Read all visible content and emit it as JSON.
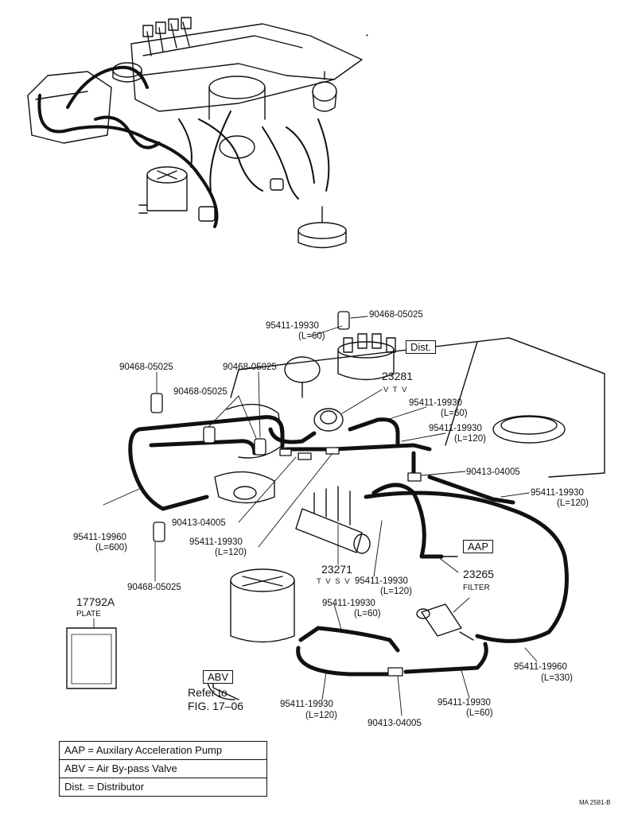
{
  "parts": {
    "hose_top": {
      "number": "95411-19930",
      "length": "(L=60)"
    },
    "clip_top": "90468-05025",
    "clip_left": "90468-05025",
    "clip_mid": "90468-05025",
    "clip_center": "90468-05025",
    "vtv": {
      "number": "23281",
      "name": "V T V"
    },
    "hose_vtv_right": {
      "number": "95411-19930",
      "length": "(L=60)"
    },
    "hose_right_upper": {
      "number": "95411-19930",
      "length": "(L=120)"
    },
    "tee_right": "90413-04005",
    "hose_right_lower": {
      "number": "95411-19930",
      "length": "(L=120)"
    },
    "tee_left": "90413-04005",
    "hose_center": {
      "number": "95411-19930",
      "length": "(L=120)"
    },
    "hose_long_left": {
      "number": "95411-19960",
      "length": "(L=600)"
    },
    "clip_bottom": "90468-05025",
    "tvsv": {
      "number": "23271",
      "name": "T V S V"
    },
    "hose_tvsv": {
      "number": "95411-19930",
      "length": "(L=120)"
    },
    "filter": {
      "number": "23265",
      "name": "FILTER"
    },
    "plate": {
      "number": "17792A",
      "name": "PLATE"
    },
    "hose_abv_top": {
      "number": "95411-19930",
      "length": "(L=60)"
    },
    "hose_long_right": {
      "number": "95411-19960",
      "length": "(L=330)"
    },
    "hose_bottom_left": {
      "number": "95411-19930",
      "length": "(L=120)"
    },
    "tee_bottom": "90413-04005",
    "hose_bottom_right": {
      "number": "95411-19930",
      "length": "(L=60)"
    }
  },
  "tags": {
    "dist": "Dist.",
    "aap": "AAP",
    "abv": "ABV",
    "refer_line1": "Refer to",
    "refer_line2": "FIG. 17–06"
  },
  "legend": [
    "AAP = Auxilary Acceleration Pump",
    "ABV = Air By-pass Valve",
    "Dist. = Distributor"
  ],
  "figure_id": "MA 2581-B"
}
